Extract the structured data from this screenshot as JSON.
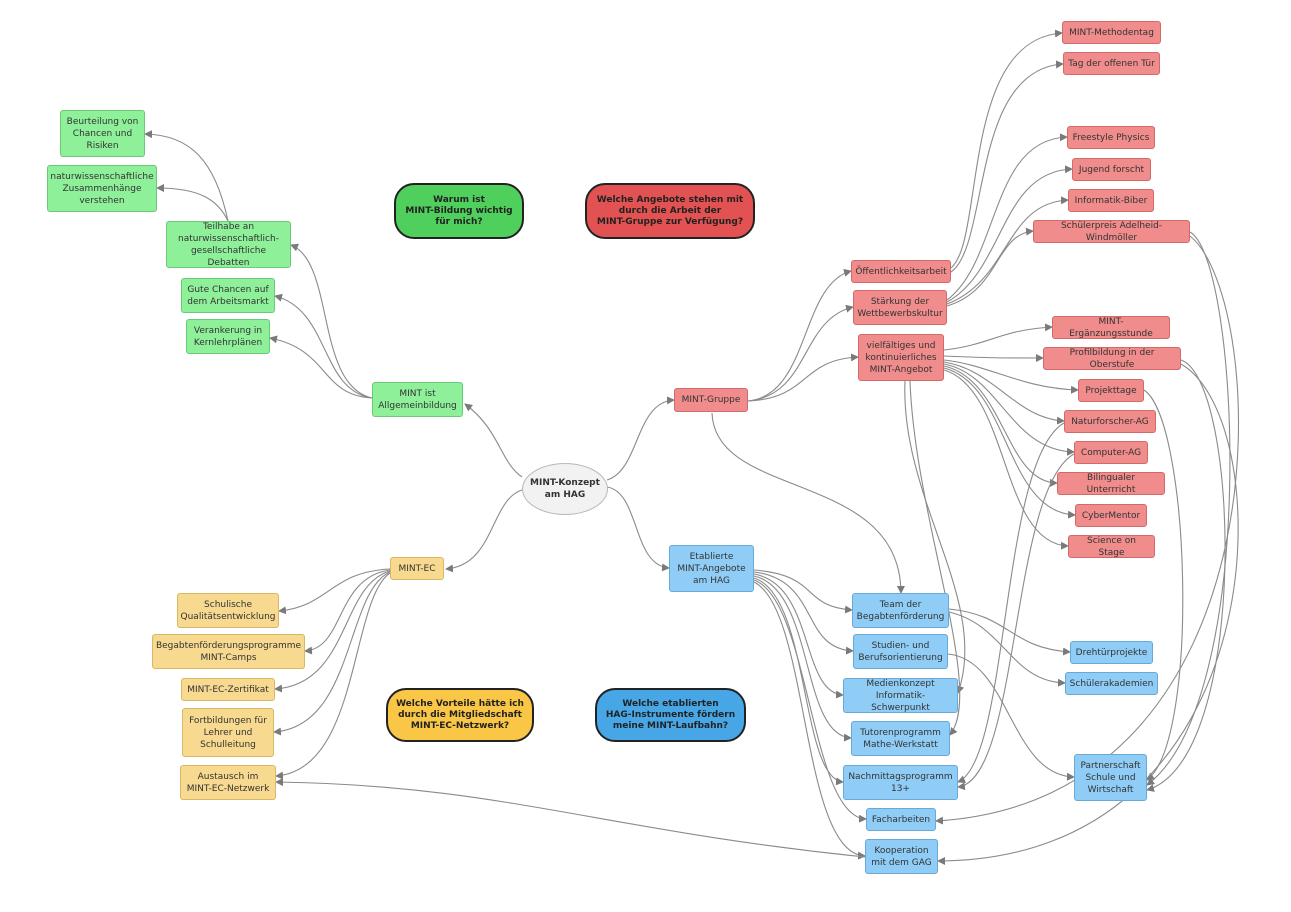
{
  "colors": {
    "green": "#8ff09a",
    "red": "#f08c8c",
    "blue": "#8fcdf6",
    "yellow": "#f7d98f",
    "edge": "#7a7a7a"
  },
  "center": "MINT-Konzept\nam HAG",
  "questions": {
    "warum": "Warum ist\nMINT-Bildung wichtig\nfür mich?",
    "angebote": "Welche Angebote stehen mit\ndurch die Arbeit der\nMINT-Gruppe zur Verfügung?",
    "vorteile": "Welche Vorteile hätte ich\ndurch die Mitgliedschaft\nMINT-EC-Netzwerk?",
    "instrumente": "Welche etablierten\nHAG-Instrumente fördern\nmeine MINT-Laufbahn?"
  },
  "green": {
    "allgemeinbildung": "MINT ist\nAllgemeinbildung",
    "kernlehrplaene": "Verankerung in\nKernlehrplänen",
    "arbeitsmarkt": "Gute Chancen auf\ndem Arbeitsmarkt",
    "teilhabe": "Teilhabe an\nnaturwissenschaftlich-\ngesellschaftliche Debatten",
    "zusammenhaenge": "naturwissenschaftliche\nZusammenhänge\nverstehen",
    "chancen": "Beurteilung von\nChancen und\nRisiken"
  },
  "red": {
    "gruppe": "MINT-Gruppe",
    "oeffentlichkeit": "Öffentlichkeitsarbeit",
    "wettbewerb": "Stärkung der\nWettbewerbskultur",
    "angebot": "vielfältiges und\nkontinuierliches\nMINT-Angebot",
    "methodentag": "MINT-Methodentag",
    "offene_tuer": "Tag der offenen Tür",
    "freestyle": "Freestyle Physics",
    "jugend": "Jugend forscht",
    "biber": "Informatik-Biber",
    "schuelerpreis": "Schülerpreis Adelheid-Windmöller",
    "ergaenzung": "MINT-Ergänzungsstunde",
    "profil": "Profilbildung in der Oberstufe",
    "projekttage": "Projekttage",
    "naturforscher": "Naturforscher-AG",
    "computer": "Computer-AG",
    "bilingual": "Bilingualer Unterrricht",
    "cybermentor": "CyberMentor",
    "science": "Science on Stage"
  },
  "blue": {
    "etablierte": "Etablierte\nMINT-Angebote\nam HAG",
    "team": "Team der\nBegabtenförderung",
    "studien": "Studien- und\nBerufsorientierung",
    "medien": "Medienkonzept\nInformatik-Schwerpunkt",
    "tutoren": "Tutorenprogramm\nMathe-Werkstatt",
    "nachmittag": "Nachmittagsprogramm\n13+",
    "facharbeiten": "Facharbeiten",
    "kooperation": "Kooperation\nmit dem GAG",
    "drehtuer": "Drehtürprojekte",
    "akademien": "Schülerakademien",
    "partnerschaft": "Partnerschaft\nSchule und\nWirtschaft"
  },
  "yellow": {
    "mintec": "MINT-EC",
    "qualitaet": "Schulische\nQualitätsentwicklung",
    "begabten": "Begabtenförderungsprogramme\nMINT-Camps",
    "zertifikat": "MINT-EC-Zertifikat",
    "fortbildung": "Fortbildungen für\nLehrer und\nSchulleitung",
    "austausch": "Austausch im\nMINT-EC-Netzwerk"
  }
}
